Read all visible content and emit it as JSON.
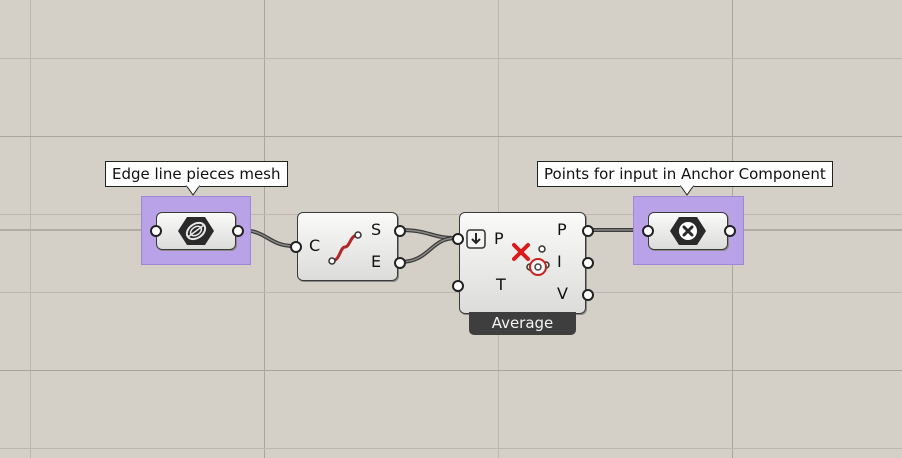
{
  "canvas": {
    "background": "#d4d0c8",
    "group_color": "#b9a2e8"
  },
  "balloons": {
    "mesh": "Edge line pieces mesh",
    "points": "Points for input in Anchor Component"
  },
  "curve_component": {
    "icon": "curve-icon",
    "inputs": [
      "C"
    ],
    "outputs": [
      "S",
      "E"
    ]
  },
  "average_component": {
    "name": "Average",
    "icon": "average-points-icon",
    "inputs": [
      "P",
      "T"
    ],
    "outputs": [
      "P",
      "I",
      "V"
    ]
  },
  "mesh_param": {
    "icon": "mesh-param-icon"
  },
  "point_param": {
    "icon": "point-param-icon"
  }
}
